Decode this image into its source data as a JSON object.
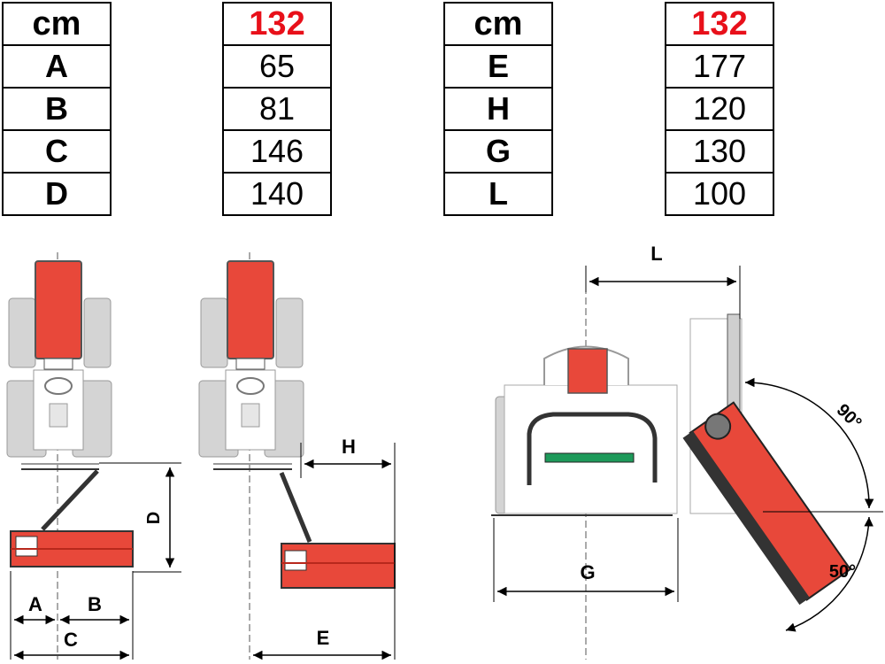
{
  "tables": {
    "left_labels": {
      "header": "cm",
      "rows": [
        "A",
        "B",
        "C",
        "D"
      ]
    },
    "left_values": {
      "header": "132",
      "rows": [
        "65",
        "81",
        "146",
        "140"
      ]
    },
    "right_labels": {
      "header": "cm",
      "rows": [
        "E",
        "H",
        "G",
        "L"
      ]
    },
    "right_values": {
      "header": "132",
      "rows": [
        "177",
        "120",
        "130",
        "100"
      ]
    }
  },
  "dimension_labels": {
    "A": "A",
    "B": "B",
    "C": "C",
    "D": "D",
    "E": "E",
    "H": "H",
    "G": "G",
    "L": "L"
  },
  "angles": {
    "upper": "90°",
    "lower": "50°"
  },
  "colors": {
    "machine_red": "#e8483a",
    "tyre_grey": "#d4d4d4",
    "roller_green": "#1e9a5a",
    "header_red": "#e8101a"
  }
}
